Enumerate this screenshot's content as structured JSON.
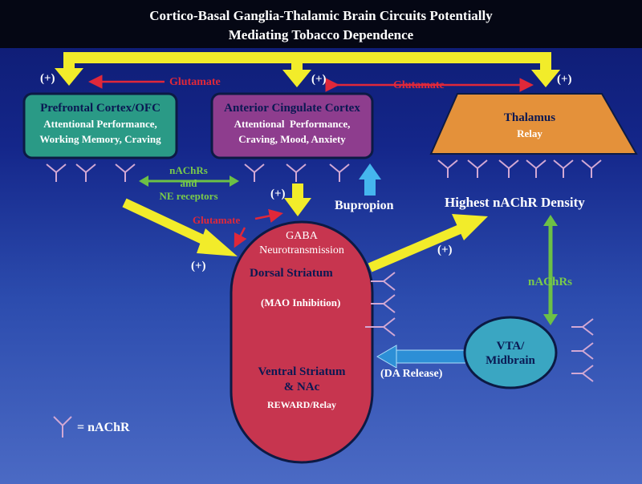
{
  "title": {
    "line1": "Cortico-Basal Ganglia-Thalamic Brain Circuits Potentially",
    "line2": "Mediating Tobacco Dependence"
  },
  "colors": {
    "pfc": "#2a9a86",
    "acc": "#8e3d8e",
    "thalamus": "#e4913a",
    "striatum": "#c7354f",
    "vta": "#3aa6c2",
    "yellow_arrow": "#f2ec2a",
    "glutamate": "#e0283a",
    "receptor_arrow": "#6cc046",
    "bupropion_arrow": "#45b6ee",
    "receptor_symbol": "#d2a8d4"
  },
  "nodes": {
    "pfc": {
      "title": "Prefrontal Cortex/OFC",
      "line1": "Attentional Performance,",
      "line2": "Working Memory, Craving"
    },
    "acc": {
      "title": "Anterior Cingulate Cortex",
      "line1": "Attentional  Performance,",
      "line2": "Craving, Mood, Anxiety"
    },
    "thalamus": {
      "title": "Thalamus",
      "line1": "Relay"
    },
    "striatum": {
      "gaba_line1": "GABA",
      "gaba_line2": "Neurotransmission",
      "dorsal": "Dorsal Striatum",
      "mao": "(MAO Inhibition)",
      "ventral_line1": "Ventral Striatum",
      "ventral_line2": "& NAc",
      "reward": "REWARD/Relay"
    },
    "vta": {
      "line1": "VTA/",
      "line2": "Midbrain"
    }
  },
  "labels": {
    "plus": "(+)",
    "glutamate": "Glutamate",
    "nachrs_line1": "nAChRs",
    "nachrs_line2": "and",
    "nachrs_line3": "NE receptors",
    "bupropion": "Bupropion",
    "highest_density": "Highest nAChR Density",
    "nachrs_vta": "nAChRs",
    "da_release": "(DA Release)",
    "legend": "= nAChR"
  }
}
